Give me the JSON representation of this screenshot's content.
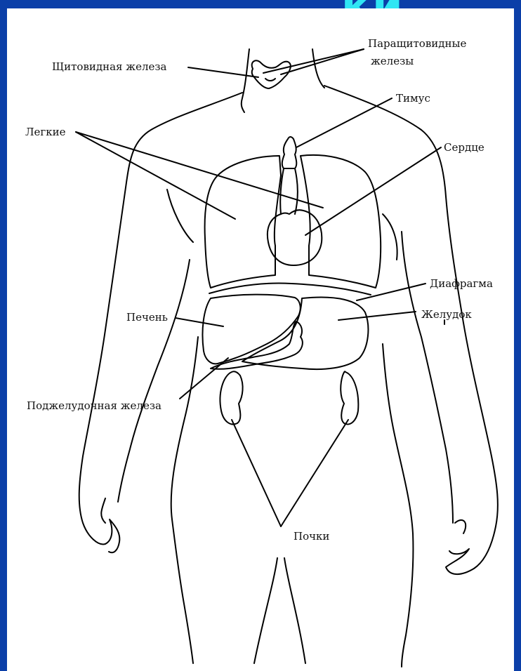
{
  "banner": {
    "text": "ки"
  },
  "labels": {
    "thyroid": "Щитовидная железа",
    "parathyroid_1": "Паращитовидные",
    "parathyroid_2": "железы",
    "thymus": "Тимус",
    "lungs": "Легкие",
    "heart": "Сердце",
    "diaphragm": "Диафрагма",
    "liver": "Печень",
    "stomach": "Желудок",
    "pancreas": "Поджелудочная железа",
    "kidneys": "Почки"
  },
  "colors": {
    "frame": "#0b3fa8",
    "banner_text": "#2fe6f4",
    "panel": "#ffffff",
    "ink": "#000000"
  }
}
